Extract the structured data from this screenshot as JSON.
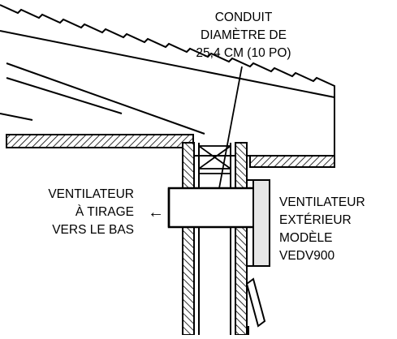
{
  "labels": {
    "duct": [
      "CONDUIT",
      "DIAMÈTRE DE",
      "25,4 CM (10 PO)"
    ],
    "downdraft": [
      "VENTILATEUR",
      "À TIRAGE",
      "VERS LE BAS"
    ],
    "exterior": [
      "VENTILATEUR",
      "EXTÉRIEUR",
      "MODÈLE",
      "VEDV900"
    ],
    "arrow": "←"
  },
  "colors": {
    "line": "#000000",
    "fan_fill": "#e6e6e6",
    "background": "#ffffff"
  }
}
